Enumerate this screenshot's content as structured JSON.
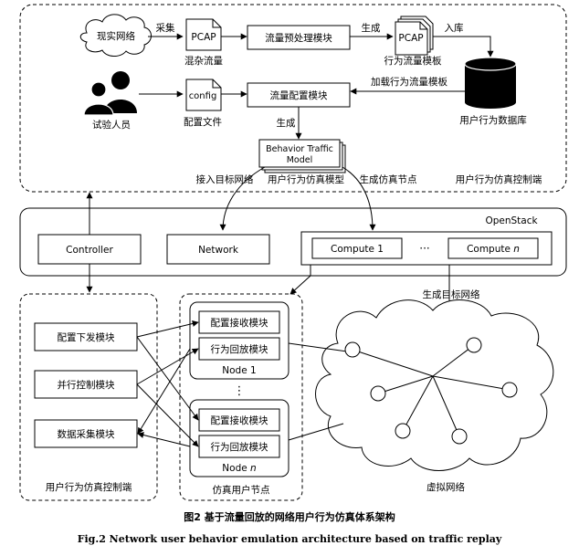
{
  "top_panel": {
    "real_network": "现实网络",
    "collect": "采集",
    "pcap1": "PCAP",
    "mixed_traffic": "混杂流量",
    "preprocess": "流量预处理模块",
    "generate1": "生成",
    "pcap2": "PCAP",
    "behavior_template": "行为流量模板",
    "store": "入库",
    "database": "用户行为数据库",
    "tester": "试验人员",
    "config": "config",
    "config_file": "配置文件",
    "config_module": "流量配置模块",
    "load_template": "加载行为流量模板",
    "generate2": "生成",
    "model_line1": "Behavior Traffic",
    "model_line2": "Model",
    "access_network": "接入目标网络",
    "sim_model": "用户行为仿真模型",
    "gen_nodes": "生成仿真节点",
    "control_end": "用户行为仿真控制端"
  },
  "openstack": {
    "title": "OpenStack",
    "controller": "Controller",
    "network": "Network",
    "compute1": "Compute 1",
    "ellipsis": "···",
    "compute_n_prefix": "Compute ",
    "compute_n_var": "n"
  },
  "gen_target_network": "生成目标网络",
  "left_panel": {
    "config_dispatch": "配置下发模块",
    "parallel_control": "并行控制模块",
    "data_collect": "数据采集模块",
    "label": "用户行为仿真控制端"
  },
  "middle_panel": {
    "node1": {
      "recv": "配置接收模块",
      "replay": "行为回放模块",
      "name": "Node 1"
    },
    "vdots": "⋮",
    "noden": {
      "recv": "配置接收模块",
      "replay": "行为回放模块",
      "name_prefix": "Node ",
      "name_var": "n"
    },
    "label": "仿真用户节点"
  },
  "virtual_network": "虚拟网络",
  "caption": {
    "cn": "图2   基于流量回放的网络用户行为仿真体系架构",
    "en": "Fig.2   Network user behavior emulation architecture based on traffic replay"
  }
}
